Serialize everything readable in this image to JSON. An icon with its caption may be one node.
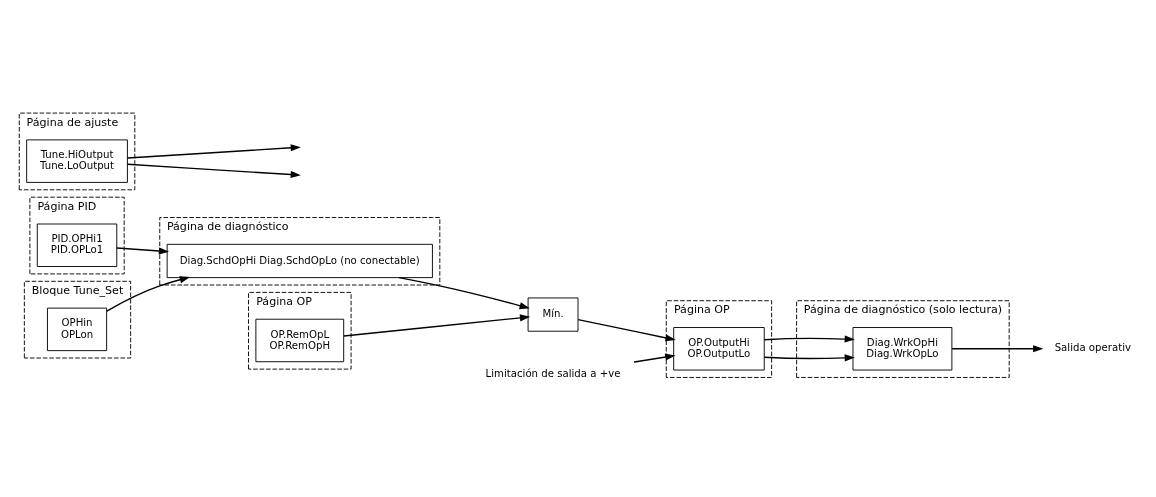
{
  "diagram": {
    "nodes": [
      {
        "text": [
          "Página PID"
        ]
      },
      {
        "text": [
          "PID.OPHi1",
          "PID.OPLo1"
        ],
        "in": 0
      },
      {
        "text": [
          "Bloque Tune_Set"
        ]
      },
      {
        "text": [
          "OPHin",
          "OPLon"
        ],
        "in": 2
      },
      {
        "text": [
          "Página de diagnóstico"
        ]
      },
      {
        "text": [
          "Diag.SchdOpHi Diag.SchdOpLo (no conectable)"
        ],
        "in": 4
      },
      {
        "text": [
          "Página OP"
        ]
      },
      {
        "text": [
          "OP.RemOpL",
          "OP.RemOpH"
        ],
        "in": 6
      },
      {
        "text": [
          "Página de ajuste"
        ]
      },
      {
        "text": [
          "Tune.HiOutput",
          "Tune.LoOutput"
        ],
        "in": 8
      },
      {
        "text": [
          "Mín."
        ]
      },
      {
        "text": [
          "Página OP"
        ]
      },
      {
        "text": [
          "OP.OutputHi",
          "OP.OutputLo"
        ],
        "in": 11
      },
      {
        "text": [
          "Página de diagnóstico (solo lectura)"
        ]
      },
      {
        "text": [
          "Diag.WrkOpHi",
          "Diag.WrkOpLo"
        ],
        "in": 13
      },
      {
        "text": [
          "Salida operativ"
        ]
      },
      {
        "text": [
          "Limitación de salida a +ve"
        ]
      }
    ],
    "edges": [
      {
        "from": 1,
        "to": 5,
        "arrow": "to"
      },
      {
        "from": 3,
        "to": 5,
        "arrow": "to"
      },
      {
        "from": 5,
        "to": 10,
        "arrow": "to"
      },
      {
        "from": 7,
        "to": 10,
        "arrow": "to"
      },
      {
        "from": 9,
        "to": null,
        "arrow": "to"
      },
      {
        "from": 9,
        "to": null,
        "arrow": "to"
      },
      {
        "from": 10,
        "to": 12,
        "arrow": "to"
      },
      {
        "from": 16,
        "to": 12,
        "arrow": "to"
      },
      {
        "from": 12,
        "to": 14,
        "arrow": "to"
      },
      {
        "from": 12,
        "to": 14,
        "arrow": "to"
      },
      {
        "from": 14,
        "to": 15,
        "arrow": "to"
      }
    ]
  }
}
